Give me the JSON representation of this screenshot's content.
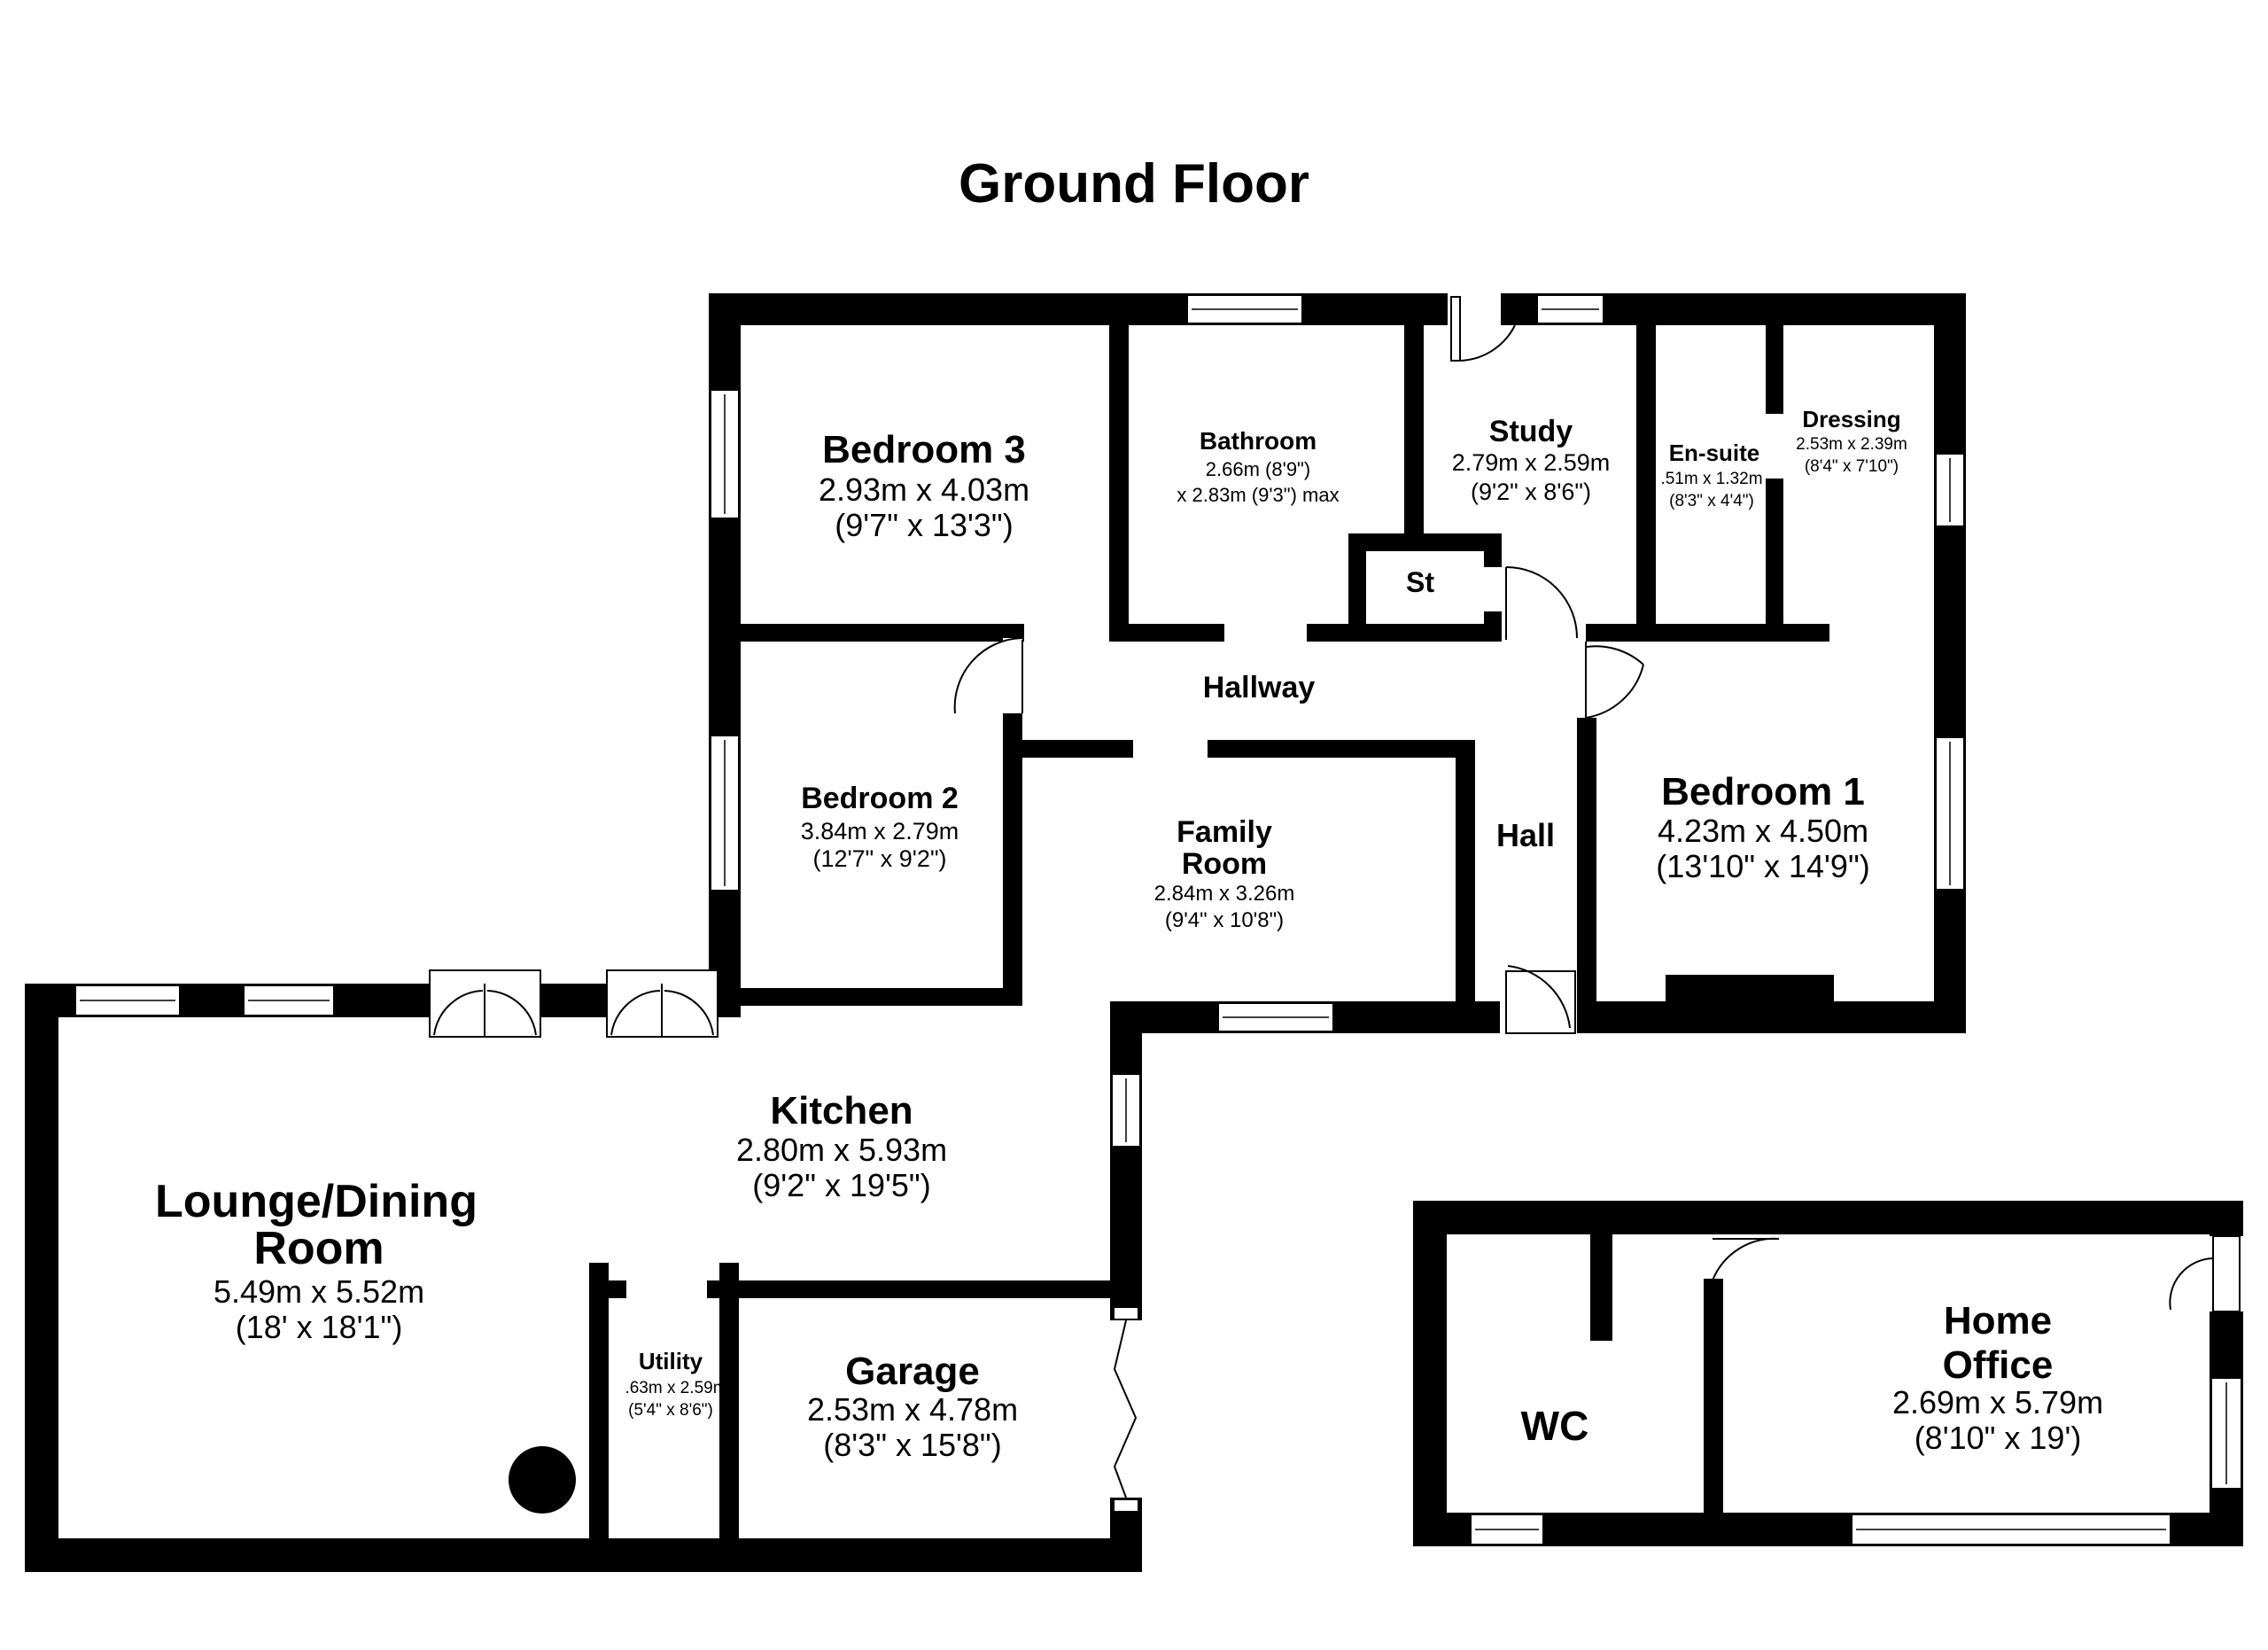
{
  "title": "Ground Floor",
  "rooms": {
    "bedroom3": {
      "name": "Bedroom 3",
      "metric": "2.93m x 4.03m",
      "imperial": "(9'7\" x 13'3\")"
    },
    "bathroom": {
      "name": "Bathroom",
      "line1": "2.66m (8'9\")",
      "line2": "x 2.83m (9'3\") max"
    },
    "study": {
      "name": "Study",
      "metric": "2.79m x 2.59m",
      "imperial": "(9'2\" x 8'6\")"
    },
    "ensuite": {
      "name": "En-suite",
      "metric": ".51m x 1.32m",
      "imperial": "(8'3\" x 4'4\")"
    },
    "dressing": {
      "name": "Dressing",
      "metric": "2.53m x 2.39m",
      "imperial": "(8'4\" x 7'10\")"
    },
    "store": {
      "name": "St"
    },
    "hallway": {
      "name": "Hallway"
    },
    "bedroom2": {
      "name": "Bedroom 2",
      "metric": "3.84m x 2.79m",
      "imperial": "(12'7\" x 9'2\")"
    },
    "family": {
      "name1": "Family",
      "name2": "Room",
      "metric": "2.84m x 3.26m",
      "imperial": "(9'4\" x 10'8\")"
    },
    "hall": {
      "name": "Hall"
    },
    "bedroom1": {
      "name": "Bedroom 1",
      "metric": "4.23m x 4.50m",
      "imperial": "(13'10\" x 14'9\")"
    },
    "kitchen": {
      "name": "Kitchen",
      "metric": "2.80m x 5.93m",
      "imperial": "(9'2\" x 19'5\")"
    },
    "lounge": {
      "name1": "Lounge/Dining",
      "name2": "Room",
      "metric": "5.49m x 5.52m",
      "imperial": "(18' x 18'1\")"
    },
    "utility": {
      "name": "Utility",
      "metric": ".63m x 2.59m",
      "imperial": "(5'4\" x 8'6\")"
    },
    "garage": {
      "name": "Garage",
      "metric": "2.53m x 4.78m",
      "imperial": "(8'3\" x 15'8\")"
    },
    "wc": {
      "name": "WC"
    },
    "office": {
      "name1": "Home",
      "name2": "Office",
      "metric": "2.69m x 5.79m",
      "imperial": "(8'10\" x 19')"
    }
  }
}
